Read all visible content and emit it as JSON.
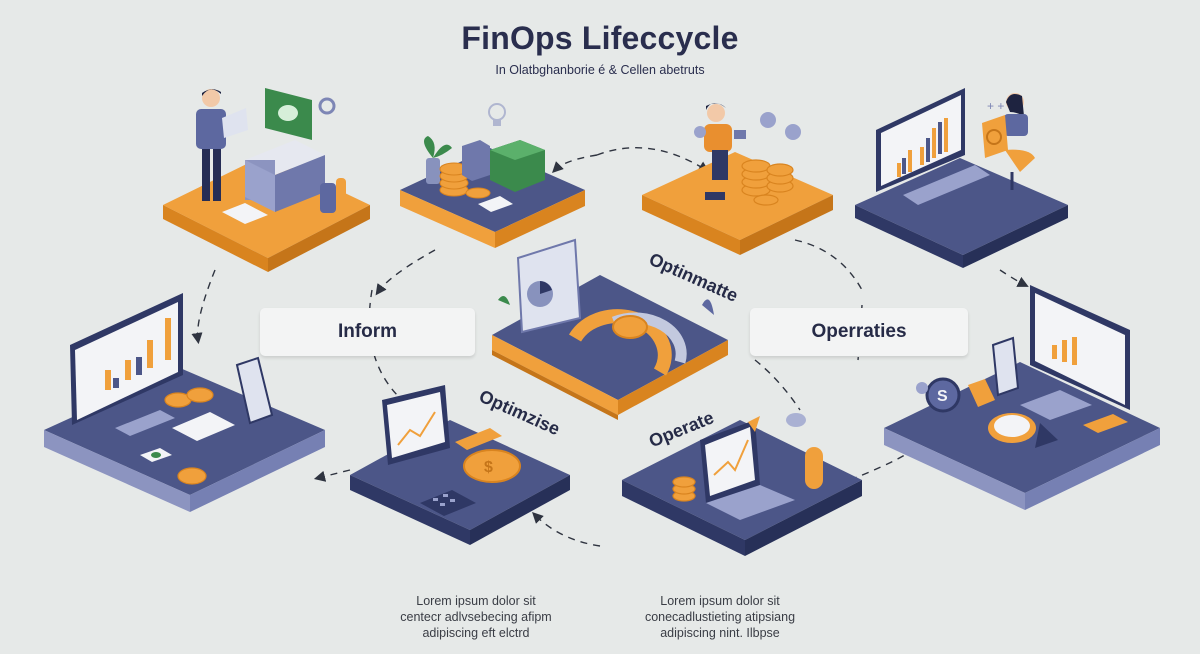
{
  "header": {
    "title": "FinOps Lifeccycle",
    "subtitle": "In Olatbghanborie é & Cellen abetruts"
  },
  "labels": {
    "inform": "Inform",
    "operraties": "Operraties",
    "optinmatte": "Optinmatte",
    "optimzise": "Optimzise",
    "operate": "Operate"
  },
  "captions": [
    {
      "line1": "Lorem ipsum dolor sit",
      "line2": "centecr adlvsebecing afipm",
      "line3": "adipiscing eft elctrd"
    },
    {
      "line1": "Lorem ipsum dolor sit",
      "line2": "conecadlustieting atipsiang",
      "line3": "adipiscing nint. Ilbpse"
    }
  ],
  "platforms": [
    {
      "id": "top-left",
      "top_color": "orange",
      "scene": "businessman-with-money-printer"
    },
    {
      "id": "top-center-left",
      "top_color": "navy",
      "scene": "coins-cash-stack-lightbulb"
    },
    {
      "id": "top-center-right",
      "top_color": "orange",
      "scene": "person-with-laptop-and-coins"
    },
    {
      "id": "top-right",
      "top_color": "navy",
      "scene": "analyst-with-bar-chart-monitor"
    },
    {
      "id": "center",
      "top_color": "navy",
      "scene": "cycle-arrows-with-coin"
    },
    {
      "id": "mid-left",
      "top_color": "navy",
      "scene": "desktop-bar-chart-coins"
    },
    {
      "id": "bottom-left",
      "top_color": "navy",
      "scene": "monitor-calculator-dollar-coin"
    },
    {
      "id": "bottom-right",
      "top_color": "navy",
      "scene": "laptop-line-chart-coins"
    },
    {
      "id": "mid-right",
      "top_color": "navy",
      "scene": "desktop-chart-dollar-pins-clock"
    }
  ],
  "colors": {
    "background": "#e6e9e8",
    "navy": "#4c5688",
    "navy_dark": "#2f3865",
    "orange": "#f0a03c",
    "orange_dark": "#d9841f",
    "text_dark": "#262b47",
    "green_cash": "#3b8a4c"
  }
}
